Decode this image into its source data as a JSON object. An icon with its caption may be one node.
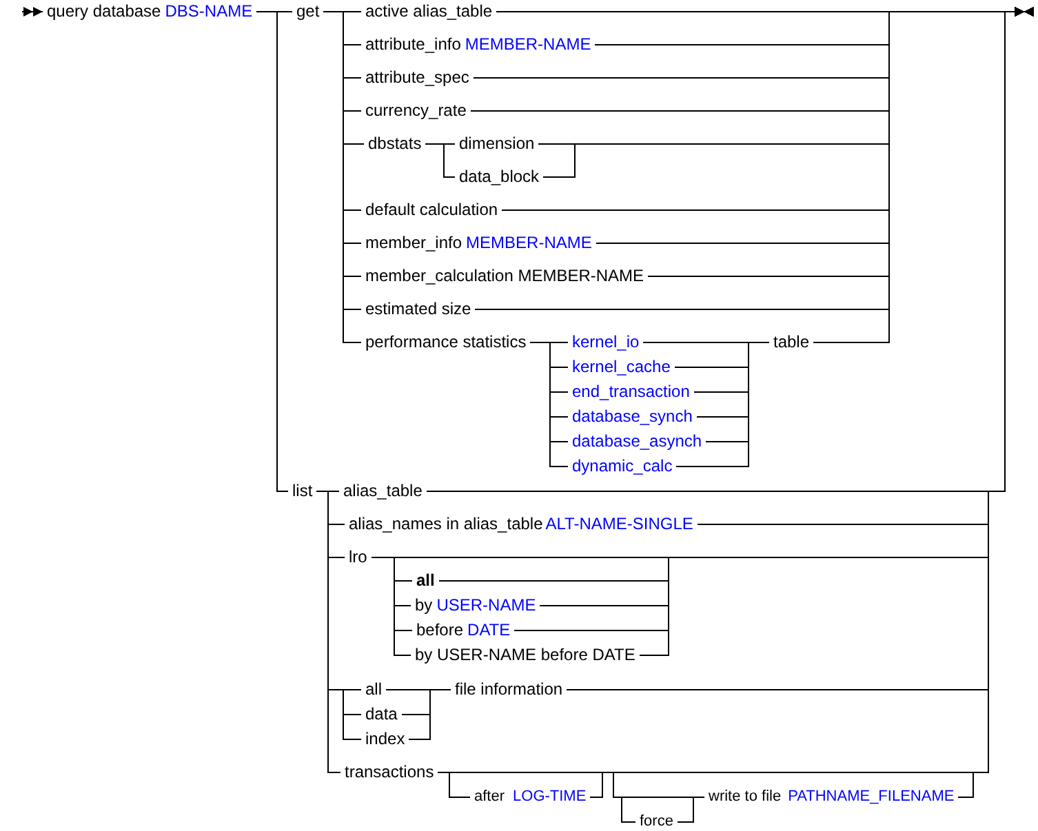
{
  "diagram": {
    "nodes": [
      {
        "text": [
          "query database",
          "DBS-NAME"
        ]
      },
      {
        "text": [
          "get"
        ]
      },
      {
        "text": [
          "active alias_table"
        ]
      },
      {
        "text": [
          "attribute_info",
          "MEMBER-NAME"
        ]
      },
      {
        "text": [
          "attribute_spec"
        ]
      },
      {
        "text": [
          "currency_rate"
        ]
      },
      {
        "text": [
          "dbstats"
        ]
      },
      {
        "text": [
          "dimension"
        ]
      },
      {
        "text": [
          "data_block"
        ]
      },
      {
        "text": [
          "default calculation"
        ]
      },
      {
        "text": [
          "member_info",
          "MEMBER-NAME"
        ]
      },
      {
        "text": [
          "member_calculation MEMBER-NAME"
        ]
      },
      {
        "text": [
          "estimated size"
        ]
      },
      {
        "text": [
          "performance statistics"
        ]
      },
      {
        "text": [
          "kernel_io"
        ]
      },
      {
        "text": [
          "kernel_cache"
        ]
      },
      {
        "text": [
          "end_transaction"
        ]
      },
      {
        "text": [
          "database_synch"
        ]
      },
      {
        "text": [
          "database_asynch"
        ]
      },
      {
        "text": [
          "dynamic_calc"
        ]
      },
      {
        "text": [
          "table"
        ]
      },
      {
        "text": [
          "list"
        ]
      },
      {
        "text": [
          "alias_table"
        ]
      },
      {
        "text": [
          "alias_names in alias_table",
          "ALT-NAME-SINGLE"
        ]
      },
      {
        "text": [
          "lro"
        ]
      },
      {
        "text": [
          "all"
        ]
      },
      {
        "text": [
          "by",
          "USER-NAME"
        ]
      },
      {
        "text": [
          "before",
          "DATE"
        ]
      },
      {
        "text": [
          "by USER-NAME before DATE"
        ]
      },
      {
        "text": [
          "all"
        ]
      },
      {
        "text": [
          "data"
        ]
      },
      {
        "text": [
          "index"
        ]
      },
      {
        "text": [
          "file information"
        ]
      },
      {
        "text": [
          "transactions"
        ]
      },
      {
        "text": [
          "after",
          "LOG-TIME"
        ]
      },
      {
        "text": [
          "force"
        ]
      },
      {
        "text": [
          "write to file",
          "PATHNAME_FILENAME"
        ]
      }
    ],
    "edges": [
      {
        "from": null,
        "to": 0,
        "arrow": "to"
      },
      {
        "from": 0,
        "to": 1,
        "arrow": "none"
      },
      {
        "from": 0,
        "to": 21,
        "arrow": "none"
      },
      {
        "from": 1,
        "to": 2,
        "arrow": "none"
      },
      {
        "from": 1,
        "to": 3,
        "arrow": "none"
      },
      {
        "from": 1,
        "to": 4,
        "arrow": "none"
      },
      {
        "from": 1,
        "to": 5,
        "arrow": "none"
      },
      {
        "from": 1,
        "to": 6,
        "arrow": "none"
      },
      {
        "from": 1,
        "to": 9,
        "arrow": "none"
      },
      {
        "from": 1,
        "to": 10,
        "arrow": "none"
      },
      {
        "from": 1,
        "to": 11,
        "arrow": "none"
      },
      {
        "from": 1,
        "to": 12,
        "arrow": "none"
      },
      {
        "from": 1,
        "to": 13,
        "arrow": "none"
      },
      {
        "from": 6,
        "to": 7,
        "arrow": "none"
      },
      {
        "from": 6,
        "to": 8,
        "arrow": "none"
      },
      {
        "from": 13,
        "to": 14,
        "arrow": "none"
      },
      {
        "from": 13,
        "to": 15,
        "arrow": "none"
      },
      {
        "from": 13,
        "to": 16,
        "arrow": "none"
      },
      {
        "from": 13,
        "to": 17,
        "arrow": "none"
      },
      {
        "from": 13,
        "to": 18,
        "arrow": "none"
      },
      {
        "from": 13,
        "to": 19,
        "arrow": "none"
      },
      {
        "from": 14,
        "to": 20,
        "arrow": "none"
      },
      {
        "from": 15,
        "to": 20,
        "arrow": "none"
      },
      {
        "from": 16,
        "to": 20,
        "arrow": "none"
      },
      {
        "from": 17,
        "to": 20,
        "arrow": "none"
      },
      {
        "from": 18,
        "to": 20,
        "arrow": "none"
      },
      {
        "from": 19,
        "to": 20,
        "arrow": "none"
      },
      {
        "from": 2,
        "to": null,
        "arrow": "to"
      },
      {
        "from": 3,
        "to": null,
        "arrow": "to"
      },
      {
        "from": 4,
        "to": null,
        "arrow": "to"
      },
      {
        "from": 5,
        "to": null,
        "arrow": "to"
      },
      {
        "from": 7,
        "to": null,
        "arrow": "to"
      },
      {
        "from": 8,
        "to": null,
        "arrow": "to"
      },
      {
        "from": 9,
        "to": null,
        "arrow": "to"
      },
      {
        "from": 10,
        "to": null,
        "arrow": "to"
      },
      {
        "from": 11,
        "to": null,
        "arrow": "to"
      },
      {
        "from": 12,
        "to": null,
        "arrow": "to"
      },
      {
        "from": 20,
        "to": null,
        "arrow": "to"
      },
      {
        "from": 21,
        "to": 22,
        "arrow": "none"
      },
      {
        "from": 21,
        "to": 23,
        "arrow": "none"
      },
      {
        "from": 21,
        "to": 24,
        "arrow": "none"
      },
      {
        "from": 21,
        "to": 29,
        "arrow": "none"
      },
      {
        "from": 21,
        "to": 30,
        "arrow": "none"
      },
      {
        "from": 21,
        "to": 31,
        "arrow": "none"
      },
      {
        "from": 21,
        "to": 33,
        "arrow": "none"
      },
      {
        "from": 24,
        "to": 25,
        "arrow": "none"
      },
      {
        "from": 24,
        "to": 26,
        "arrow": "none"
      },
      {
        "from": 24,
        "to": 27,
        "arrow": "none"
      },
      {
        "from": 24,
        "to": 28,
        "arrow": "none"
      },
      {
        "from": 29,
        "to": 32,
        "arrow": "none"
      },
      {
        "from": 30,
        "to": 32,
        "arrow": "none"
      },
      {
        "from": 31,
        "to": 32,
        "arrow": "none"
      },
      {
        "from": 33,
        "to": 34,
        "arrow": "none"
      },
      {
        "from": 33,
        "to": 35,
        "arrow": "none"
      },
      {
        "from": 33,
        "to": 36,
        "arrow": "none"
      },
      {
        "from": 34,
        "to": 35,
        "arrow": "none"
      },
      {
        "from": 34,
        "to": 36,
        "arrow": "none"
      },
      {
        "from": 35,
        "to": 36,
        "arrow": "none"
      },
      {
        "from": 22,
        "to": null,
        "arrow": "to"
      },
      {
        "from": 23,
        "to": null,
        "arrow": "to"
      },
      {
        "from": 24,
        "to": null,
        "arrow": "to"
      },
      {
        "from": 25,
        "to": null,
        "arrow": "to"
      },
      {
        "from": 26,
        "to": null,
        "arrow": "to"
      },
      {
        "from": 27,
        "to": null,
        "arrow": "to"
      },
      {
        "from": 28,
        "to": null,
        "arrow": "to"
      },
      {
        "from": 32,
        "to": null,
        "arrow": "to"
      },
      {
        "from": 33,
        "to": null,
        "arrow": "to"
      },
      {
        "from": 34,
        "to": null,
        "arrow": "to"
      },
      {
        "from": 36,
        "to": null,
        "arrow": "to"
      }
    ]
  }
}
